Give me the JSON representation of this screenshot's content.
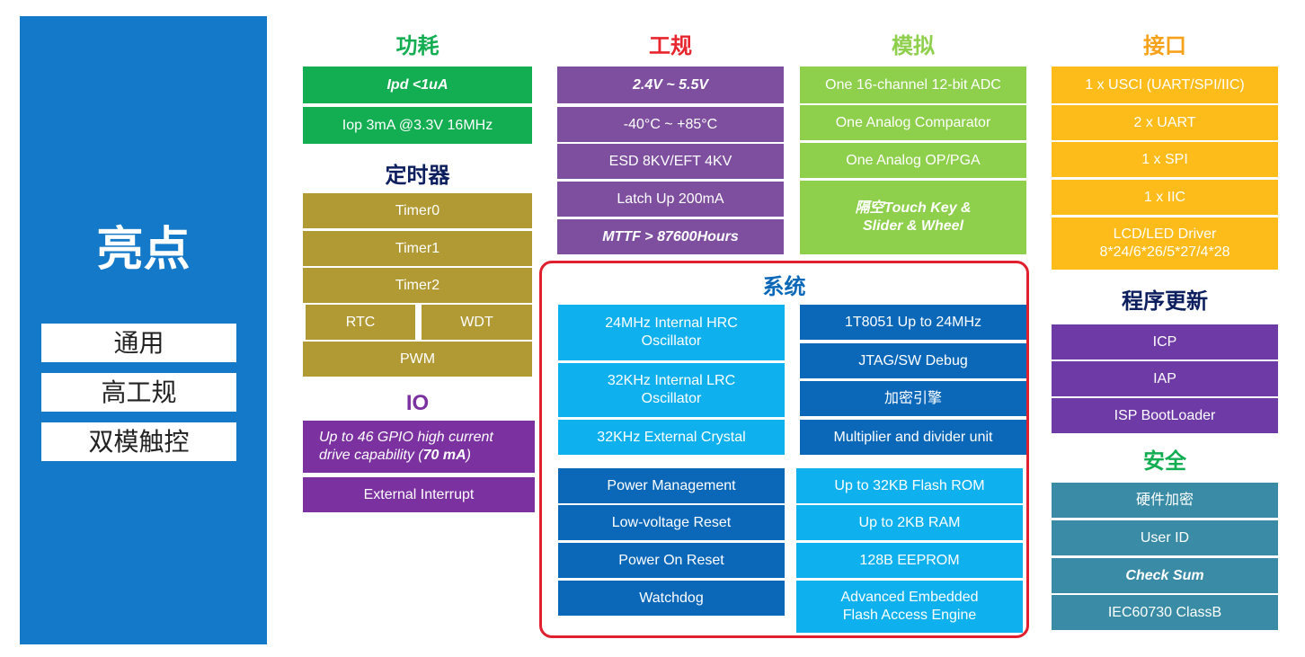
{
  "colors": {
    "panel_blue": "#1379c8",
    "power_green": "#13ad52",
    "timer_olive": "#b19a34",
    "io_purple": "#7b31a0",
    "industrial_purple": "#7e4f9f",
    "analog_green": "#8ecf4c",
    "interface_orange": "#fdbc1a",
    "update_purple": "#6e3aa6",
    "security_teal": "#3a8ca6",
    "sys_light_blue": "#0fb0ee",
    "sys_dark_blue": "#0b68b9",
    "frame_red": "#e0202f"
  },
  "left": {
    "title": "亮点",
    "features": [
      "通用",
      "高工规",
      "双模触控"
    ]
  },
  "power": {
    "header": "功耗",
    "items": [
      "Ipd <1uA",
      "Iop 3mA @3.3V 16MHz"
    ]
  },
  "timer": {
    "header": "定时器",
    "items": [
      "Timer0",
      "Timer1",
      "Timer2",
      "RTC",
      "WDT",
      "PWM"
    ]
  },
  "io": {
    "header": "IO",
    "item1_part1": "Up to 46 GPIO high current",
    "item1_part2": "drive capability (",
    "item1_bold": "70 mA",
    "item1_part3": ")",
    "item2": "External Interrupt"
  },
  "industrial": {
    "header": "工规",
    "items": [
      "2.4V ~ 5.5V",
      "-40°C ~ +85°C",
      "ESD 8KV/EFT 4KV",
      "Latch Up 200mA",
      "MTTF > 87600Hours"
    ]
  },
  "analog": {
    "header": "模拟",
    "items": [
      "One 16-channel 12-bit ADC",
      "One Analog Comparator",
      "One Analog OP/PGA"
    ],
    "touch_line1": "隔空Touch Key &",
    "touch_line2": "Slider & Wheel"
  },
  "interface": {
    "header": "接口",
    "items": [
      "1 x USCI  (UART/SPI/IIC)",
      "2 x UART",
      "1 x SPI",
      "1 x IIC"
    ],
    "lcd_line1": "LCD/LED Driver",
    "lcd_line2": "8*24/6*26/5*27/4*28"
  },
  "update": {
    "header": "程序更新",
    "items": [
      "ICP",
      "IAP",
      "ISP BootLoader"
    ]
  },
  "security": {
    "header": "安全",
    "items": [
      "硬件加密",
      "User ID",
      "Check Sum",
      "IEC60730 ClassB"
    ]
  },
  "system": {
    "header": "系统",
    "left_top": [
      [
        "24MHz Internal HRC",
        "Oscillator"
      ],
      [
        "32KHz Internal LRC",
        "Oscillator"
      ],
      [
        "32KHz External  Crystal"
      ]
    ],
    "right_top": [
      "1T8051 Up to 24MHz",
      "JTAG/SW Debug",
      "加密引擎",
      "Multiplier and divider unit"
    ],
    "left_bottom": [
      "Power Management",
      "Low-voltage Reset",
      "Power On Reset",
      "Watchdog"
    ],
    "right_bottom": [
      "Up to 32KB Flash ROM",
      "Up to 2KB RAM",
      "128B EEPROM"
    ],
    "flash_engine_line1": "Advanced Embedded",
    "flash_engine_line2": "Flash Access Engine"
  }
}
